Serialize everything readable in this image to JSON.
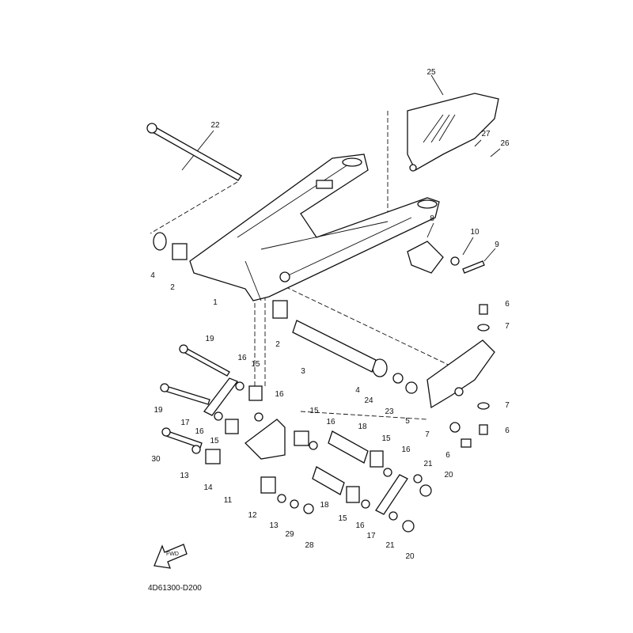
{
  "diagram_code": "4D61300-D200",
  "fwd_label": "FWD",
  "callouts": [
    "25",
    "22",
    "27",
    "26",
    "8",
    "10",
    "9",
    "4",
    "2",
    "1",
    "6",
    "7",
    "2",
    "19",
    "16",
    "15",
    "3",
    "4",
    "24",
    "23",
    "16",
    "5",
    "7",
    "19",
    "17",
    "16",
    "15",
    "15",
    "16",
    "18",
    "7",
    "6",
    "30",
    "13",
    "14",
    "15",
    "16",
    "6",
    "21",
    "20",
    "11",
    "12",
    "13",
    "29",
    "28",
    "18",
    "15",
    "16",
    "17",
    "21",
    "20"
  ]
}
